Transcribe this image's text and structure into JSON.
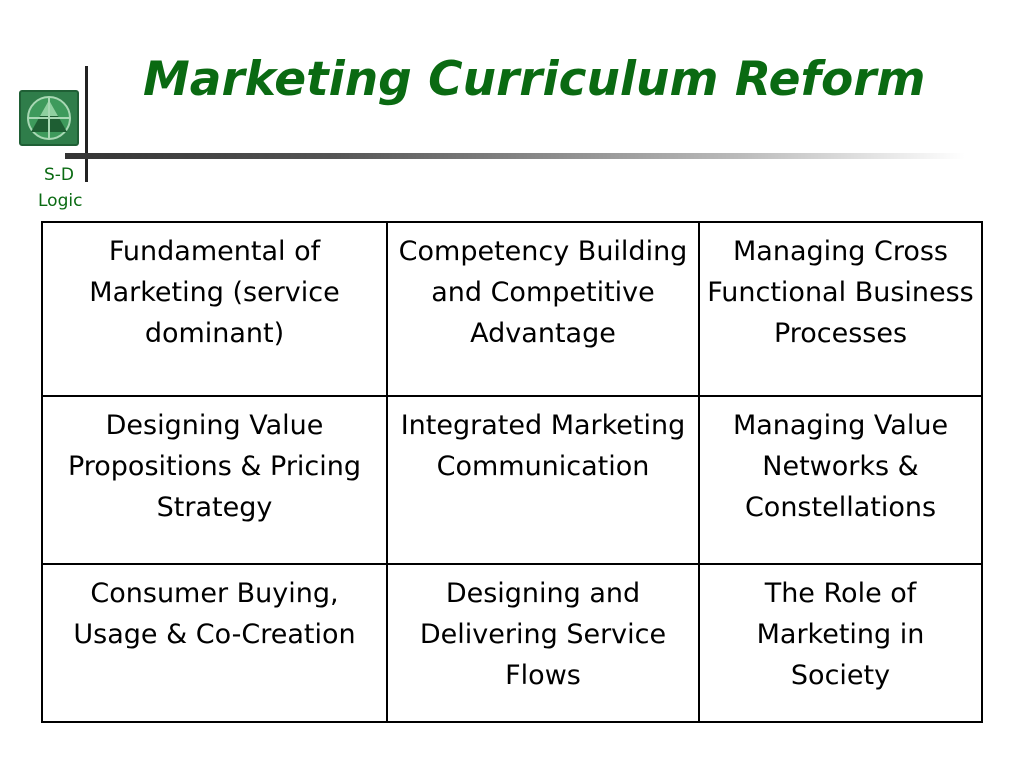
{
  "slide": {
    "title": "Marketing Curriculum Reform",
    "side_label_line1": "S-D",
    "side_label_line2": "Logic"
  },
  "logo": {
    "icon": "triangle-emblem-icon",
    "color": "#2f7d4a"
  },
  "colors": {
    "title": "#0a6a12",
    "border": "#000000"
  },
  "table": {
    "rows": [
      [
        "Fundamental of Marketing (service dominant)",
        "Competency Building and Competitive Advantage",
        "Managing Cross Functional Business Processes"
      ],
      [
        "Designing Value Propositions & Pricing Strategy",
        "Integrated Marketing Communication",
        "Managing Value Networks & Constellations"
      ],
      [
        "Consumer Buying, Usage & Co-Creation",
        "Designing and Delivering Service Flows",
        "The Role of Marketing in Society"
      ]
    ]
  }
}
